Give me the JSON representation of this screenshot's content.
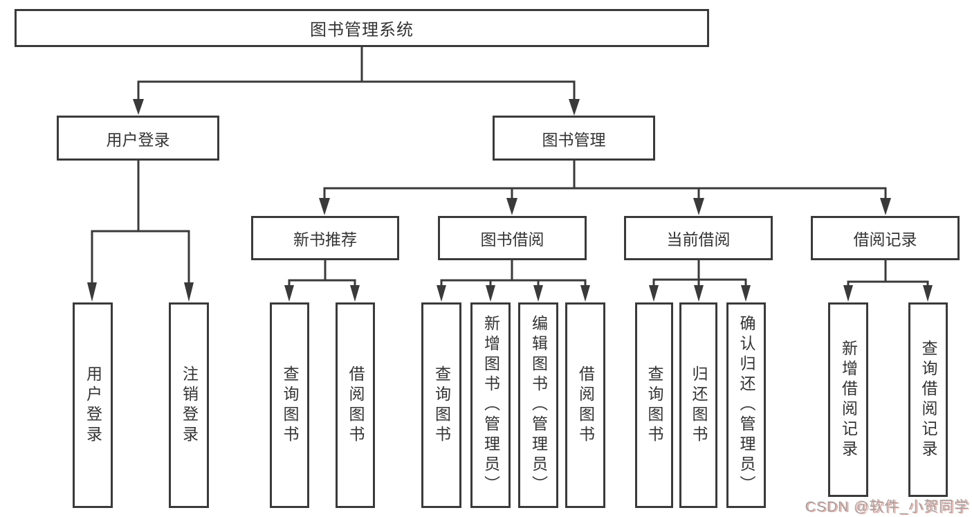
{
  "diagram": {
    "root": {
      "label": "图书管理系统"
    },
    "level1": [
      {
        "label": "用户登录"
      },
      {
        "label": "图书管理"
      }
    ],
    "level2": [
      {
        "label": "新书推荐",
        "parent": "图书管理"
      },
      {
        "label": "图书借阅",
        "parent": "图书管理"
      },
      {
        "label": "当前借阅",
        "parent": "图书管理"
      },
      {
        "label": "借阅记录",
        "parent": "图书管理"
      }
    ],
    "leaves": [
      {
        "label": "用户登录",
        "parent": "用户登录"
      },
      {
        "label": "注销登录",
        "parent": "用户登录"
      },
      {
        "label": "查询图书",
        "parent": "新书推荐"
      },
      {
        "label": "借阅图书",
        "parent": "新书推荐"
      },
      {
        "label": "查询图书",
        "parent": "图书借阅"
      },
      {
        "label": "新增图书（管理员）",
        "parent": "图书借阅"
      },
      {
        "label": "编辑图书（管理员）",
        "parent": "图书借阅"
      },
      {
        "label": "借阅图书",
        "parent": "图书借阅"
      },
      {
        "label": "查询图书",
        "parent": "当前借阅"
      },
      {
        "label": "归还图书",
        "parent": "当前借阅"
      },
      {
        "label": "确认归还（管理员）",
        "parent": "当前借阅"
      },
      {
        "label": "新增借阅记录",
        "parent": "借阅记录"
      },
      {
        "label": "查询借阅记录",
        "parent": "借阅记录"
      }
    ]
  },
  "watermark": {
    "text": "CSDN @软件_小贺同学"
  },
  "colors": {
    "line": "#3a3a3a",
    "text": "#333333",
    "background": "#ffffff",
    "watermark": "#a2a2a2",
    "watermark_accent": "#d64c38"
  }
}
